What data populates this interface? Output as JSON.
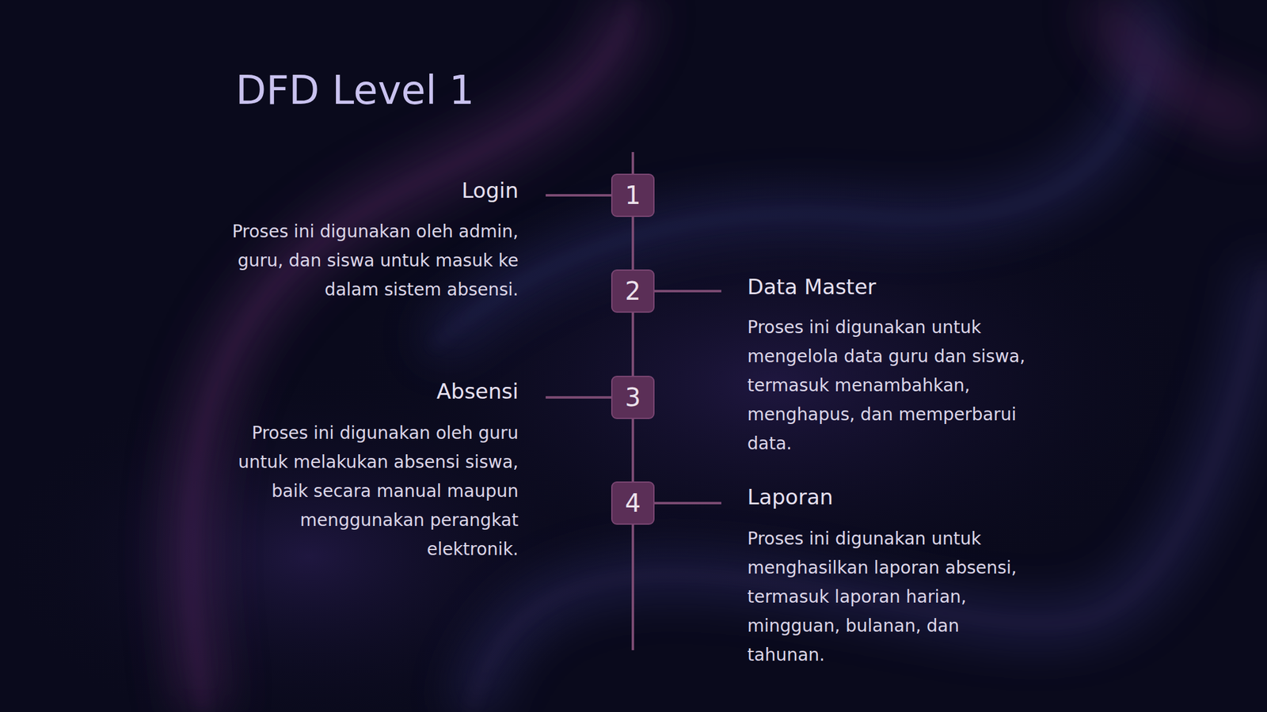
{
  "diagram": {
    "title": "DFD Level 1",
    "nodes": [
      {
        "text": [
          "1"
        ]
      },
      {
        "text": [
          "2"
        ]
      },
      {
        "text": [
          "3"
        ]
      },
      {
        "text": [
          "4"
        ]
      }
    ],
    "edges": [
      {
        "from": 0,
        "to": 1,
        "arrow": "none"
      },
      {
        "from": 1,
        "to": 2,
        "arrow": "none"
      },
      {
        "from": 2,
        "to": 3,
        "arrow": "none"
      }
    ],
    "labels": [
      "Login",
      "Proses ini digunakan oleh admin, guru, dan siswa untuk masuk ke dalam sistem absensi.",
      "Data Master",
      "Proses ini digunakan untuk mengelola data guru dan siswa, termasuk menambahkan, menghapus, dan memperbarui data.",
      "Absensi",
      "Proses ini digunakan oleh guru untuk melakukan absensi siswa, baik secara manual maupun menggunakan perangkat elektronik.",
      "Laporan",
      "Proses ini digunakan untuk menghasilkan laporan absensi, termasuk laporan harian, mingguan, bulanan, dan tahunan."
    ]
  }
}
